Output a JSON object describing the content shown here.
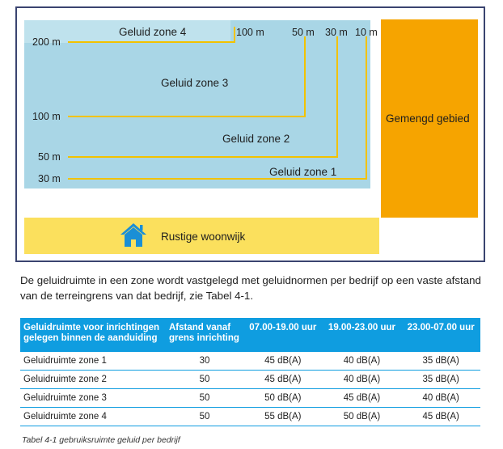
{
  "diagram": {
    "zones": {
      "zone4": "Geluid zone 4",
      "zone3": "Geluid zone 3",
      "zone2": "Geluid zone 2",
      "zone1": "Geluid zone 1"
    },
    "left_distances": [
      "200 m",
      "100 m",
      "50 m",
      "30 m"
    ],
    "top_distances": [
      "100 m",
      "50 m",
      "30 m",
      "10 m"
    ],
    "gemengd_label": "Gemengd gebied",
    "rustig_label": "Rustige woonwijk",
    "icon": "house-icon",
    "colors": {
      "zones": "#a9d6e6",
      "lines": "#f2c200",
      "gemengd": "#f6a400",
      "rustig": "#fbe05d",
      "house": "#1a8fd6"
    }
  },
  "paragraph": "De geluidruimte in een zone wordt vastgelegd met geluidnormen per bedrijf op een vaste afstand van de terreingrens van dat bedrijf, zie Tabel 4-1.",
  "table": {
    "headers": [
      "Geluidruimte voor inrichtingen gelegen binnen de aanduiding",
      "Afstand vanaf grens inrichting",
      "07.00-19.00 uur",
      "19.00-23.00 uur",
      "23.00-07.00 uur"
    ],
    "rows": [
      [
        "Geluidruimte zone 1",
        "30",
        "45 dB(A)",
        "40 dB(A)",
        "35 dB(A)"
      ],
      [
        "Geluidruimte zone 2",
        "50",
        "45 dB(A)",
        "40 dB(A)",
        "35 dB(A)"
      ],
      [
        "Geluidruimte zone 3",
        "50",
        "50 dB(A)",
        "45 dB(A)",
        "40 dB(A)"
      ],
      [
        "Geluidruimte zone 4",
        "50",
        "55 dB(A)",
        "50 dB(A)",
        "45 dB(A)"
      ]
    ],
    "header_color": "#0f9de0"
  },
  "caption": "Tabel 4-1 gebruiksruimte geluid per bedrijf"
}
